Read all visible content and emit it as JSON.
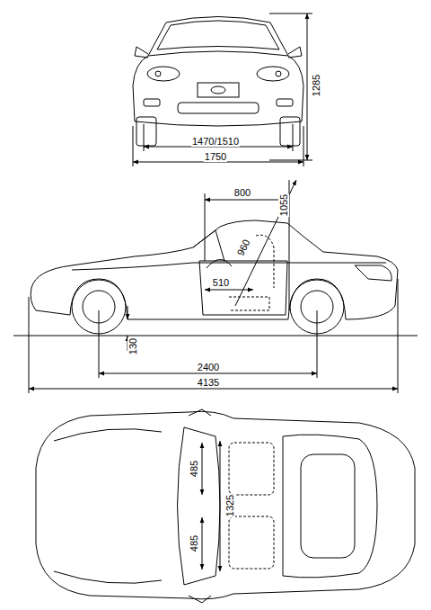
{
  "diagram": {
    "labels": [
      "1285",
      "1470/1510",
      "1750",
      "800",
      "1055",
      "960",
      "510",
      "130",
      "2400",
      "4135",
      "485",
      "1325",
      "485"
    ]
  }
}
